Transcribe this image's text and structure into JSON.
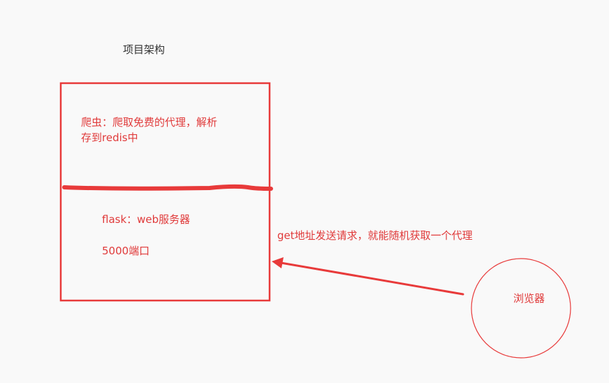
{
  "diagram": {
    "title": "项目架构",
    "crawler": {
      "line1": "爬虫：爬取免费的代理，解析",
      "line2": "存到redis中"
    },
    "server": {
      "line1": "flask：web服务器",
      "line2": "5000端口"
    },
    "request_note": "get地址发送请求，就能随机获取一个代理",
    "browser_label": "浏览器"
  },
  "colors": {
    "accent": "#e83a3a",
    "title_text": "#333333",
    "background": "#f9f9f9"
  }
}
